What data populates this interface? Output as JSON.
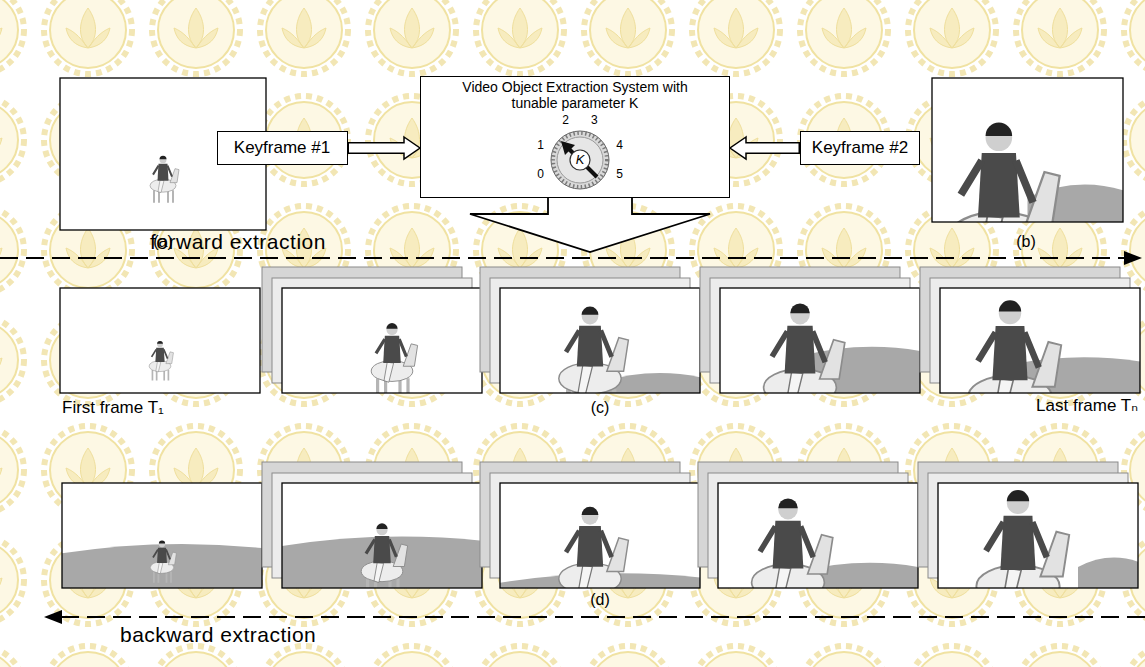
{
  "diagram": {
    "nodes": [
      {
        "text": [
          "Keyframe #1"
        ]
      },
      {
        "text": [
          "Video Object Extraction System with tunable parameter K"
        ]
      },
      {
        "text": [
          "Keyframe #2"
        ]
      }
    ],
    "edges": [
      {
        "from": 0,
        "to": 1,
        "arrow": "to"
      },
      {
        "from": 2,
        "to": 1,
        "arrow": "to"
      }
    ],
    "labels": [
      "(a)",
      "0",
      "1",
      "2",
      "3",
      "4",
      "5",
      "K",
      "(b)",
      "forward extraction",
      "First frame T₁",
      "(c)",
      "Last frame Tₙ",
      "(d)",
      "backward extraction"
    ]
  }
}
